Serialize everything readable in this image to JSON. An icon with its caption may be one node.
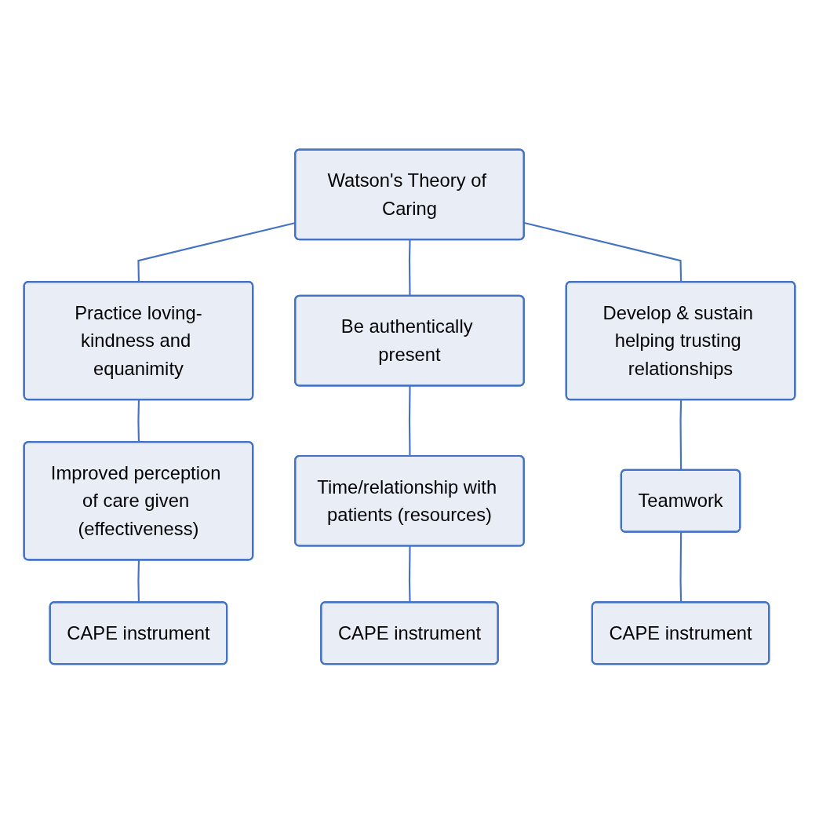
{
  "diagram": {
    "nodes": [
      {
        "text": [
          "Watson's Theory of Caring"
        ]
      },
      {
        "text": [
          "Practice loving-kindness and equanimity"
        ]
      },
      {
        "text": [
          "Be authentically present"
        ]
      },
      {
        "text": [
          "Develop & sustain helping trusting relationships"
        ]
      },
      {
        "text": [
          "Improved perception of care given (effectiveness)"
        ]
      },
      {
        "text": [
          "Time/relationship with patients (resources)"
        ]
      },
      {
        "text": [
          "Teamwork"
        ]
      },
      {
        "text": [
          "CAPE instrument"
        ]
      },
      {
        "text": [
          "CAPE instrument"
        ]
      },
      {
        "text": [
          "CAPE instrument"
        ]
      }
    ],
    "edges": [
      {
        "from": 0,
        "to": 1,
        "arrow": "none"
      },
      {
        "from": 0,
        "to": 2,
        "arrow": "none"
      },
      {
        "from": 0,
        "to": 3,
        "arrow": "none"
      },
      {
        "from": 1,
        "to": 4,
        "arrow": "none"
      },
      {
        "from": 2,
        "to": 5,
        "arrow": "none"
      },
      {
        "from": 3,
        "to": 6,
        "arrow": "none"
      },
      {
        "from": 4,
        "to": 7,
        "arrow": "none"
      },
      {
        "from": 5,
        "to": 8,
        "arrow": "none"
      },
      {
        "from": 6,
        "to": 9,
        "arrow": "none"
      }
    ]
  }
}
